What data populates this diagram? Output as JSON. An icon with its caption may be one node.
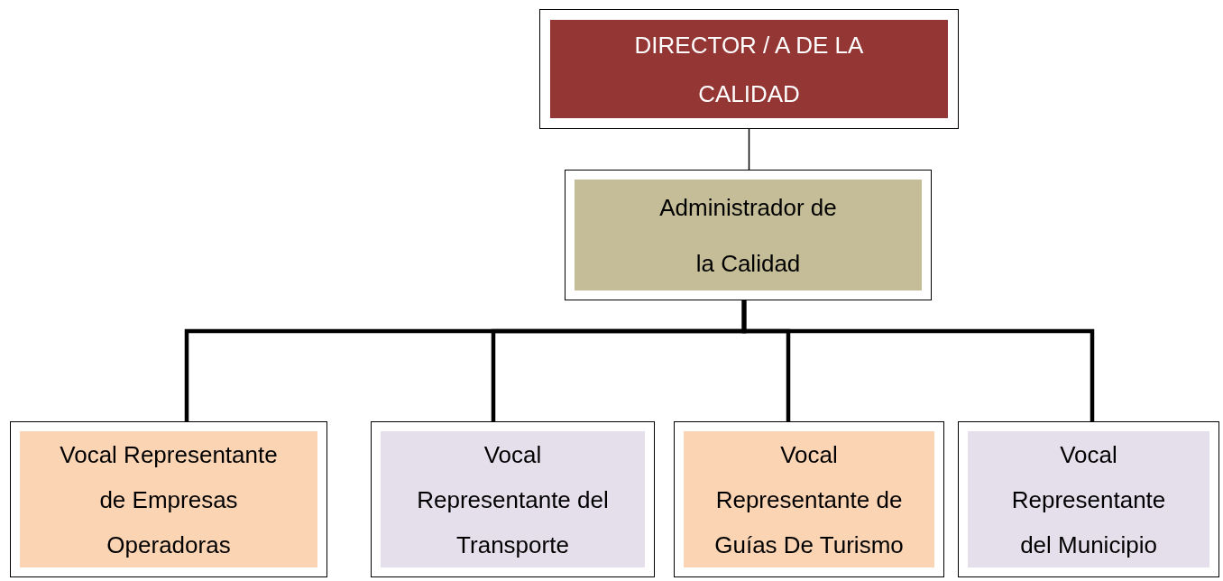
{
  "diagram": {
    "nodes": [
      {
        "text": [
          "DIRECTOR / A DE LA CALIDAD"
        ]
      },
      {
        "text": [
          "Administrador de la Calidad"
        ]
      },
      {
        "text": [
          "Vocal Representante de Empresas Operadoras"
        ]
      },
      {
        "text": [
          "Vocal Representante del Transporte"
        ]
      },
      {
        "text": [
          "Vocal Representante de Guías De Turismo"
        ]
      },
      {
        "text": [
          "Vocal Representante del Municipio"
        ]
      }
    ],
    "edges": [
      {
        "from": 0,
        "to": 1,
        "arrow": "none"
      },
      {
        "from": 1,
        "to": 2,
        "arrow": "none"
      },
      {
        "from": 1,
        "to": 3,
        "arrow": "none"
      },
      {
        "from": 1,
        "to": 4,
        "arrow": "none"
      },
      {
        "from": 1,
        "to": 5,
        "arrow": "none"
      }
    ]
  }
}
